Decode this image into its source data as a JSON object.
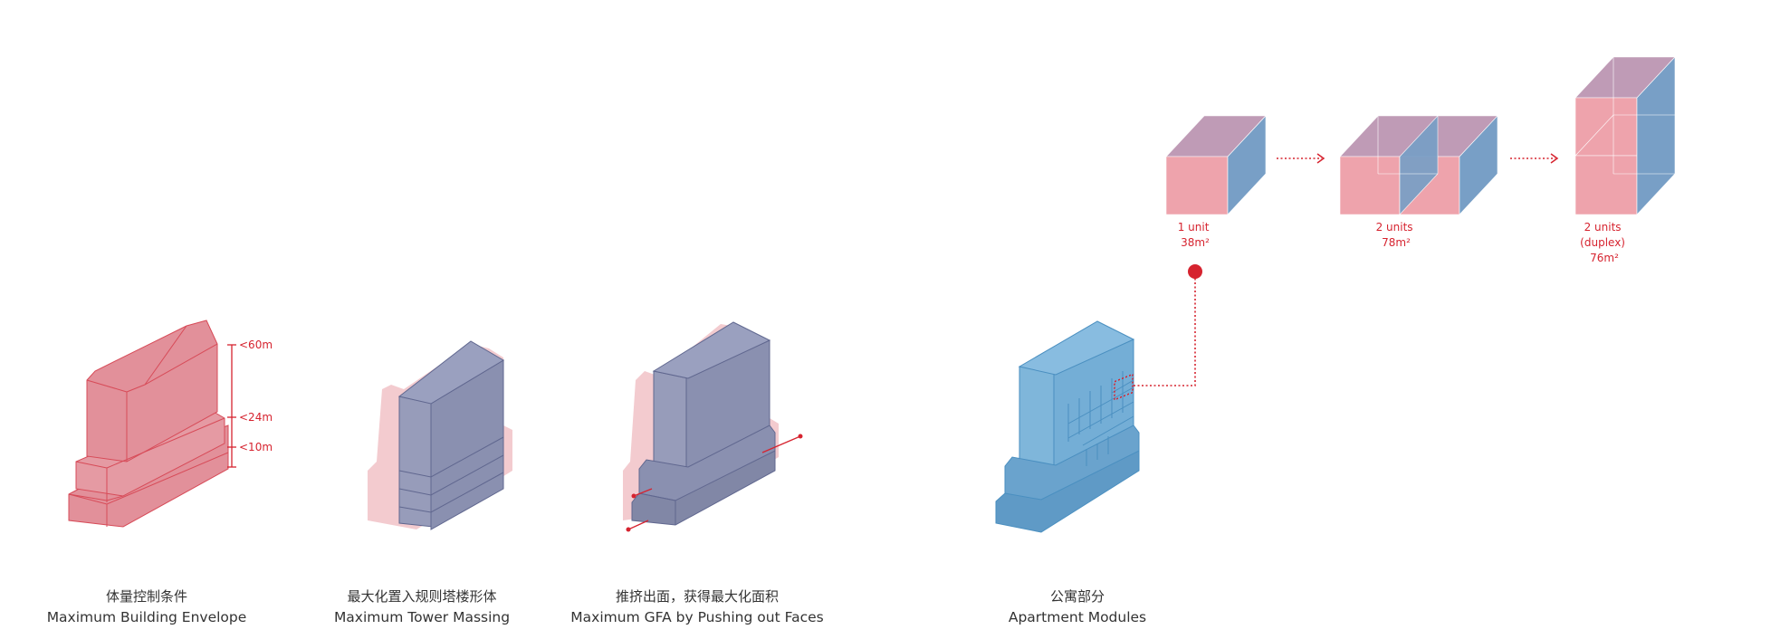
{
  "colors": {
    "envelope_fill": "#e2909a",
    "envelope_stroke": "#d74b58",
    "halo": "#f3cbcf",
    "tower_front": "#8f95b4",
    "tower_side": "#8187a6",
    "tower_stroke": "#60678f",
    "apt_front": "#7cb3d8",
    "apt_side": "#6aa3cd",
    "apt_stroke": "#4a8fc0",
    "accent": "#d6232f",
    "cube_front": "#eea3ac",
    "cube_top": "#bf9bb6",
    "cube_side": "#789fc6"
  },
  "diagrams": [
    {
      "cn": "体量控制条件",
      "en": "Maximum Building Envelope"
    },
    {
      "cn": "最大化置入规则塔楼形体",
      "en": "Maximum Tower Massing"
    },
    {
      "cn": "推挤出面，获得最大化面积",
      "en": "Maximum GFA by Pushing out Faces"
    },
    {
      "cn": "公寓部分",
      "en": "Apartment Modules"
    }
  ],
  "height_labels": [
    "<60m",
    "<24m",
    "<10m"
  ],
  "units": [
    {
      "lines": [
        "1 unit",
        "38m²"
      ]
    },
    {
      "lines": [
        "2 units",
        "78m²"
      ]
    },
    {
      "lines": [
        "2 units",
        "(duplex)",
        "76m²"
      ]
    }
  ]
}
